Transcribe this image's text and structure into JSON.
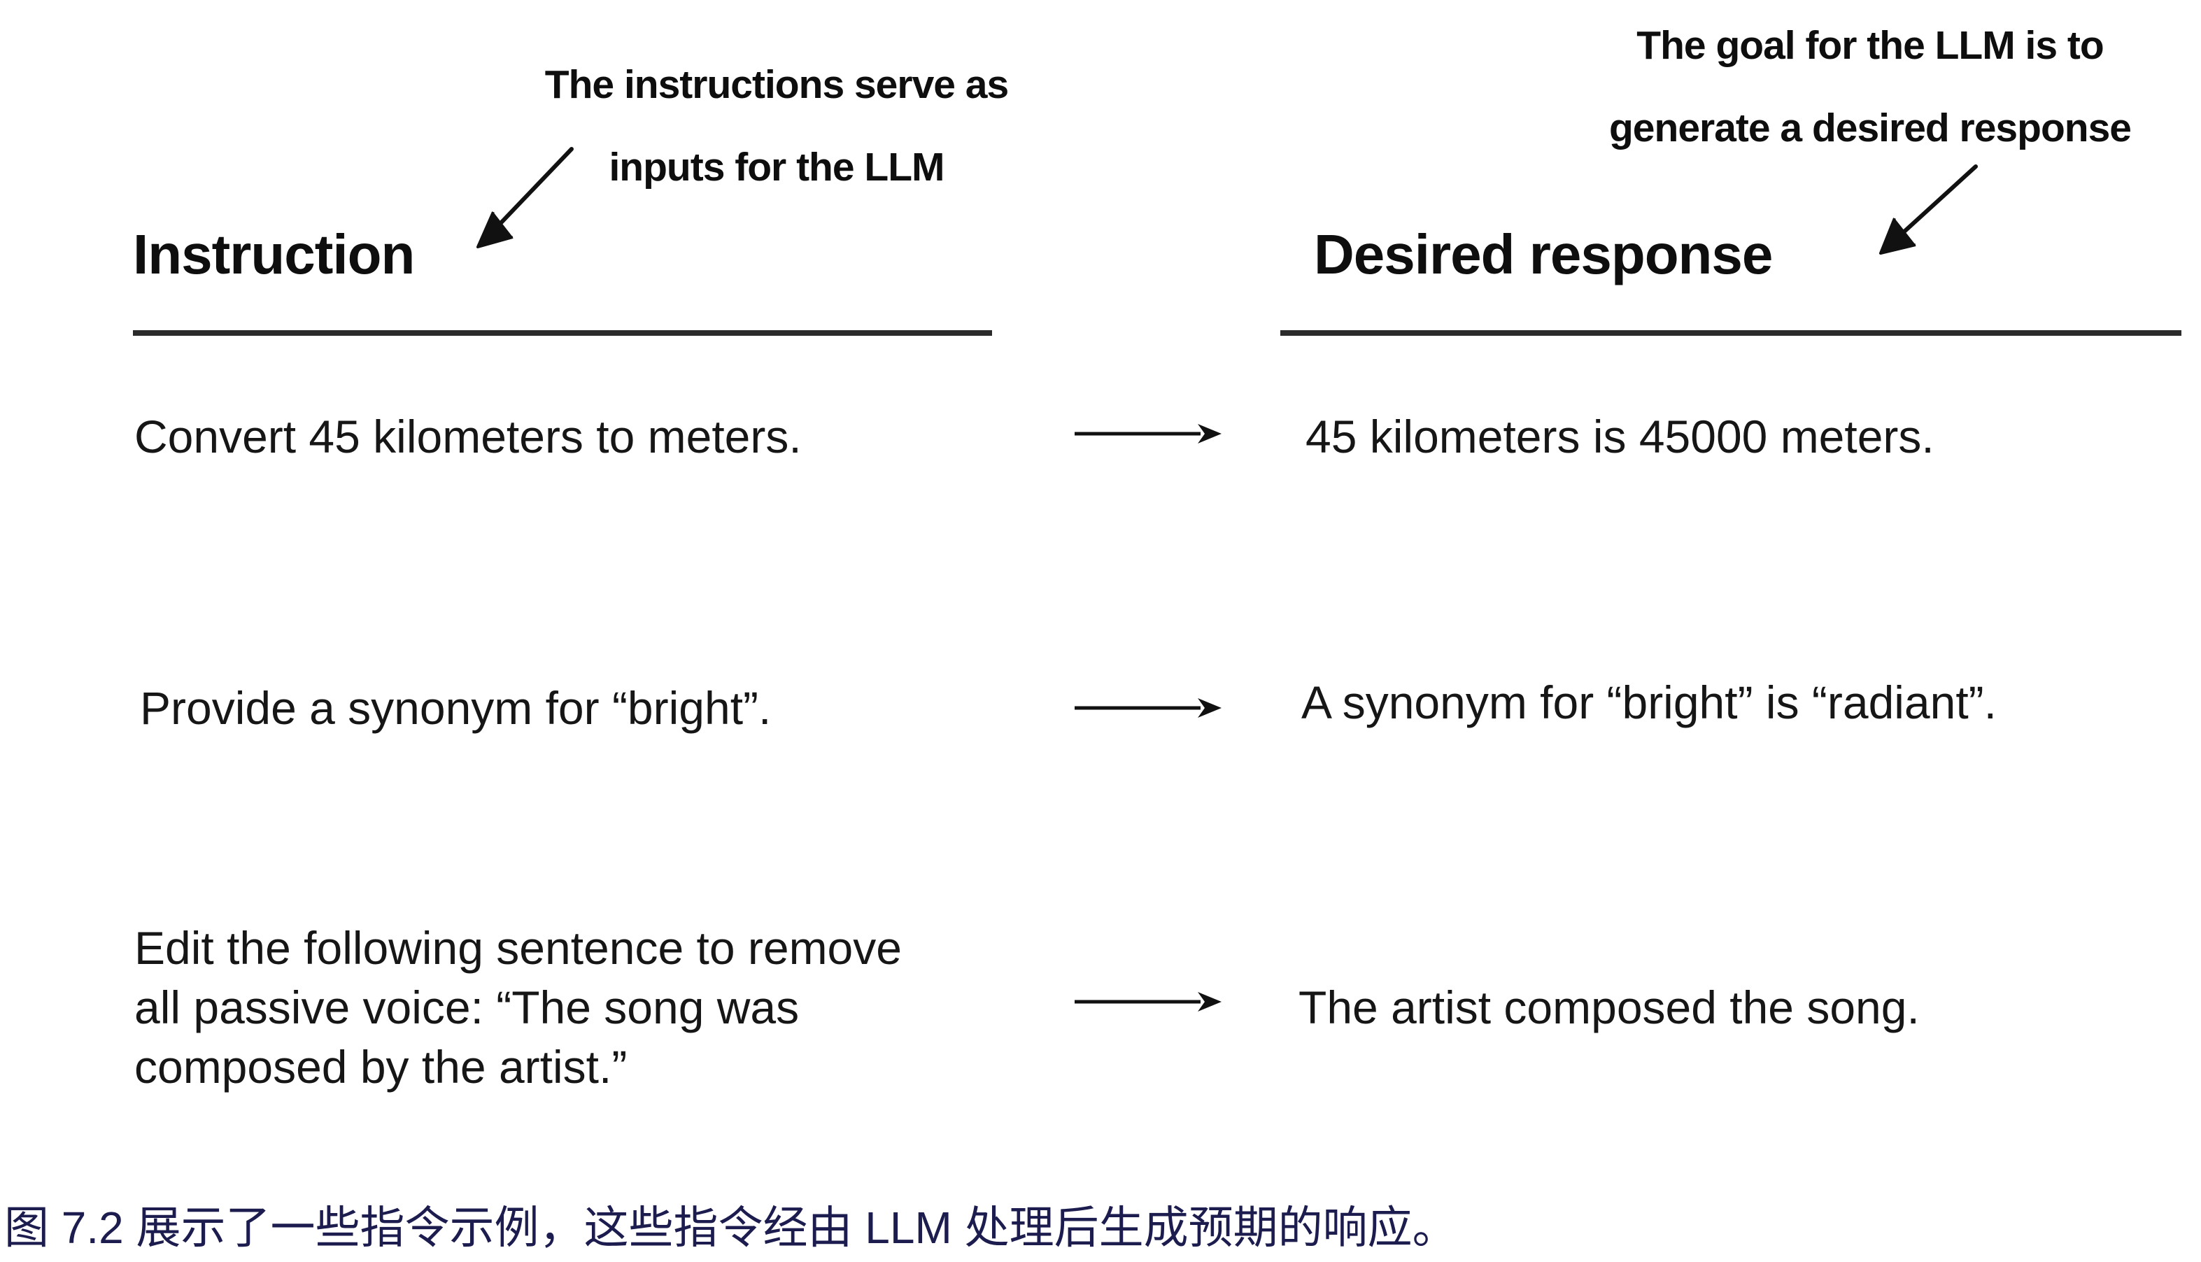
{
  "figure": {
    "annotations": {
      "left": {
        "line1": "The instructions serve as",
        "line2": "inputs for the LLM"
      },
      "right": {
        "line1": "The goal for the LLM is to",
        "line2": "generate a desired response"
      }
    },
    "columns": {
      "instruction_header": "Instruction",
      "response_header": "Desired response"
    },
    "rows": [
      {
        "instruction": "Convert 45 kilometers to meters.",
        "response": "45 kilometers is 45000 meters."
      },
      {
        "instruction": "Provide a synonym for “bright”.",
        "response": "A synonym for “bright” is “radiant”."
      },
      {
        "instruction": "Edit the following sentence to remove all passive voice: “The song was composed by the artist.”",
        "response": "The artist composed the song."
      }
    ],
    "caption": "图 7.2 展示了一些指令示例，这些指令经由 LLM 处理后生成预期的响应。"
  },
  "colors": {
    "text": "#0e0e0e",
    "rule": "#2b2b2b",
    "arrow": "#111111",
    "caption": "#1c1c4f",
    "background": "#ffffff"
  }
}
